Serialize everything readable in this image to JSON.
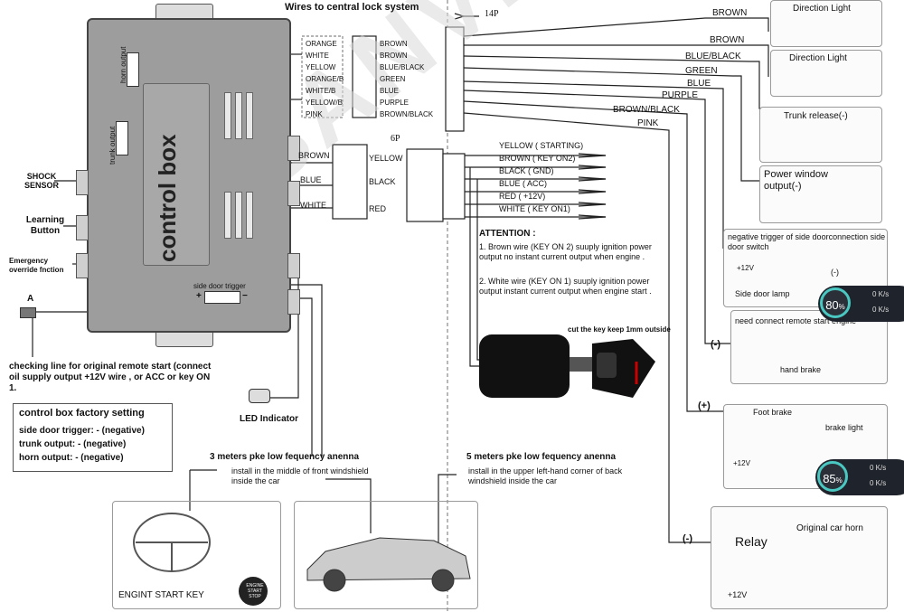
{
  "header": {
    "wires_title": "Wires to central lock system",
    "connector_14p": "14P",
    "connector_6p": "6P"
  },
  "control_box": {
    "label": "control box",
    "horn_output": "horn output",
    "trunk_output": "trunk output",
    "side_door_trigger": "side door trigger",
    "plus": "+",
    "minus": "−"
  },
  "left_labels": {
    "shock_sensor": "SHOCK SENSOR",
    "learning_button": "Learning Button",
    "emergency": "Emergency override fnction",
    "a_label": "A",
    "checking_line": "checking line for original remote start (connect oil supply output +12V wire , or ACC or key ON 1.",
    "led_indicator": "LED Indicator"
  },
  "factory_setting": {
    "title": "control box factory setting",
    "line1": "side door trigger: - (negative)",
    "line2": "trunk output: - (negative)",
    "line3": "horn output: - (negative)"
  },
  "central_lock_wires": {
    "left": [
      "ORANGE",
      "WHITE",
      "YELLOW",
      "ORANGE/B",
      "WHITE/B",
      "YELLOW/B",
      "PINK"
    ],
    "right": [
      "BROWN",
      "BROWN",
      "BLUE/BLACK",
      "GREEN",
      "BLUE",
      "PURPLE",
      "BROWN/BLACK"
    ]
  },
  "six_pin": {
    "left": [
      "BROWN",
      "BLUE",
      "WHITE"
    ],
    "right": [
      "YELLOW",
      "BLACK",
      "RED"
    ]
  },
  "power_wires": [
    "YELLOW ( STARTING)",
    "BROWN ( KEY ON2)",
    "BLACK ( GND)",
    "BLUE  ( ACC)",
    "RED  ( +12V)",
    "WHITE ( KEY ON1)"
  ],
  "right_wires": [
    "BROWN",
    "BROWN",
    "BLUE/BLACK",
    "GREEN",
    "BLUE",
    "PURPLE",
    "BROWN/BLACK",
    "PINK"
  ],
  "attention": {
    "title": "ATTENTION :",
    "item1": "1. Brown wire (KEY  ON 2) suuply ignition power output no instant current output when engine .",
    "item2": "2. White wire (KEY  ON 1) suuply ignition power output  instant current output when engine start ."
  },
  "key_note": "cut the key keep 1mm outside",
  "panels": {
    "direction_light_1": "Direction Light",
    "direction_light_2": "Direction Light",
    "trunk_release": "Trunk release(-)",
    "power_window": "Power window output(-)",
    "side_door_title": "negative trigger of side doorconnection  side door switch",
    "plus12v": "+12V",
    "minus_sign": "(-)",
    "side_door_lamp": "Side door lamp",
    "hand_brake_title": "need connect remote start engine",
    "hand_brake": "hand brake",
    "neg_label": "(-)",
    "pos_label": "(+)",
    "foot_brake": "Foot brake",
    "brake_light": "brake light",
    "plus12v_b": "+12V",
    "relay_neg": "(-)",
    "relay": "Relay",
    "horn": "Original car horn",
    "plus12v_c": "+12V"
  },
  "gauges": [
    {
      "value": "80",
      "unit": "%",
      "line1": "0 K/s",
      "line2": "0 K/s"
    },
    {
      "value": "85",
      "unit": "%",
      "line1": "0 K/s",
      "line2": "0 K/s"
    }
  ],
  "antennas": {
    "left_title": "3 meters pke low fequency anenna",
    "left_desc": "install in the  middle of front windshield inside the car",
    "right_title": "5 meters pke low fequency anenna",
    "right_desc": "install in the  upper left-hand corner of back windshield inside the car",
    "engine_start_key": "ENGINT START KEY",
    "engine_btn": "ENGINE START STOP"
  },
  "watermark": "BANVIE",
  "colors": {
    "box_gray": "#9d9d9d",
    "gauge_accent": "#49c7c0",
    "line": "#222222"
  }
}
